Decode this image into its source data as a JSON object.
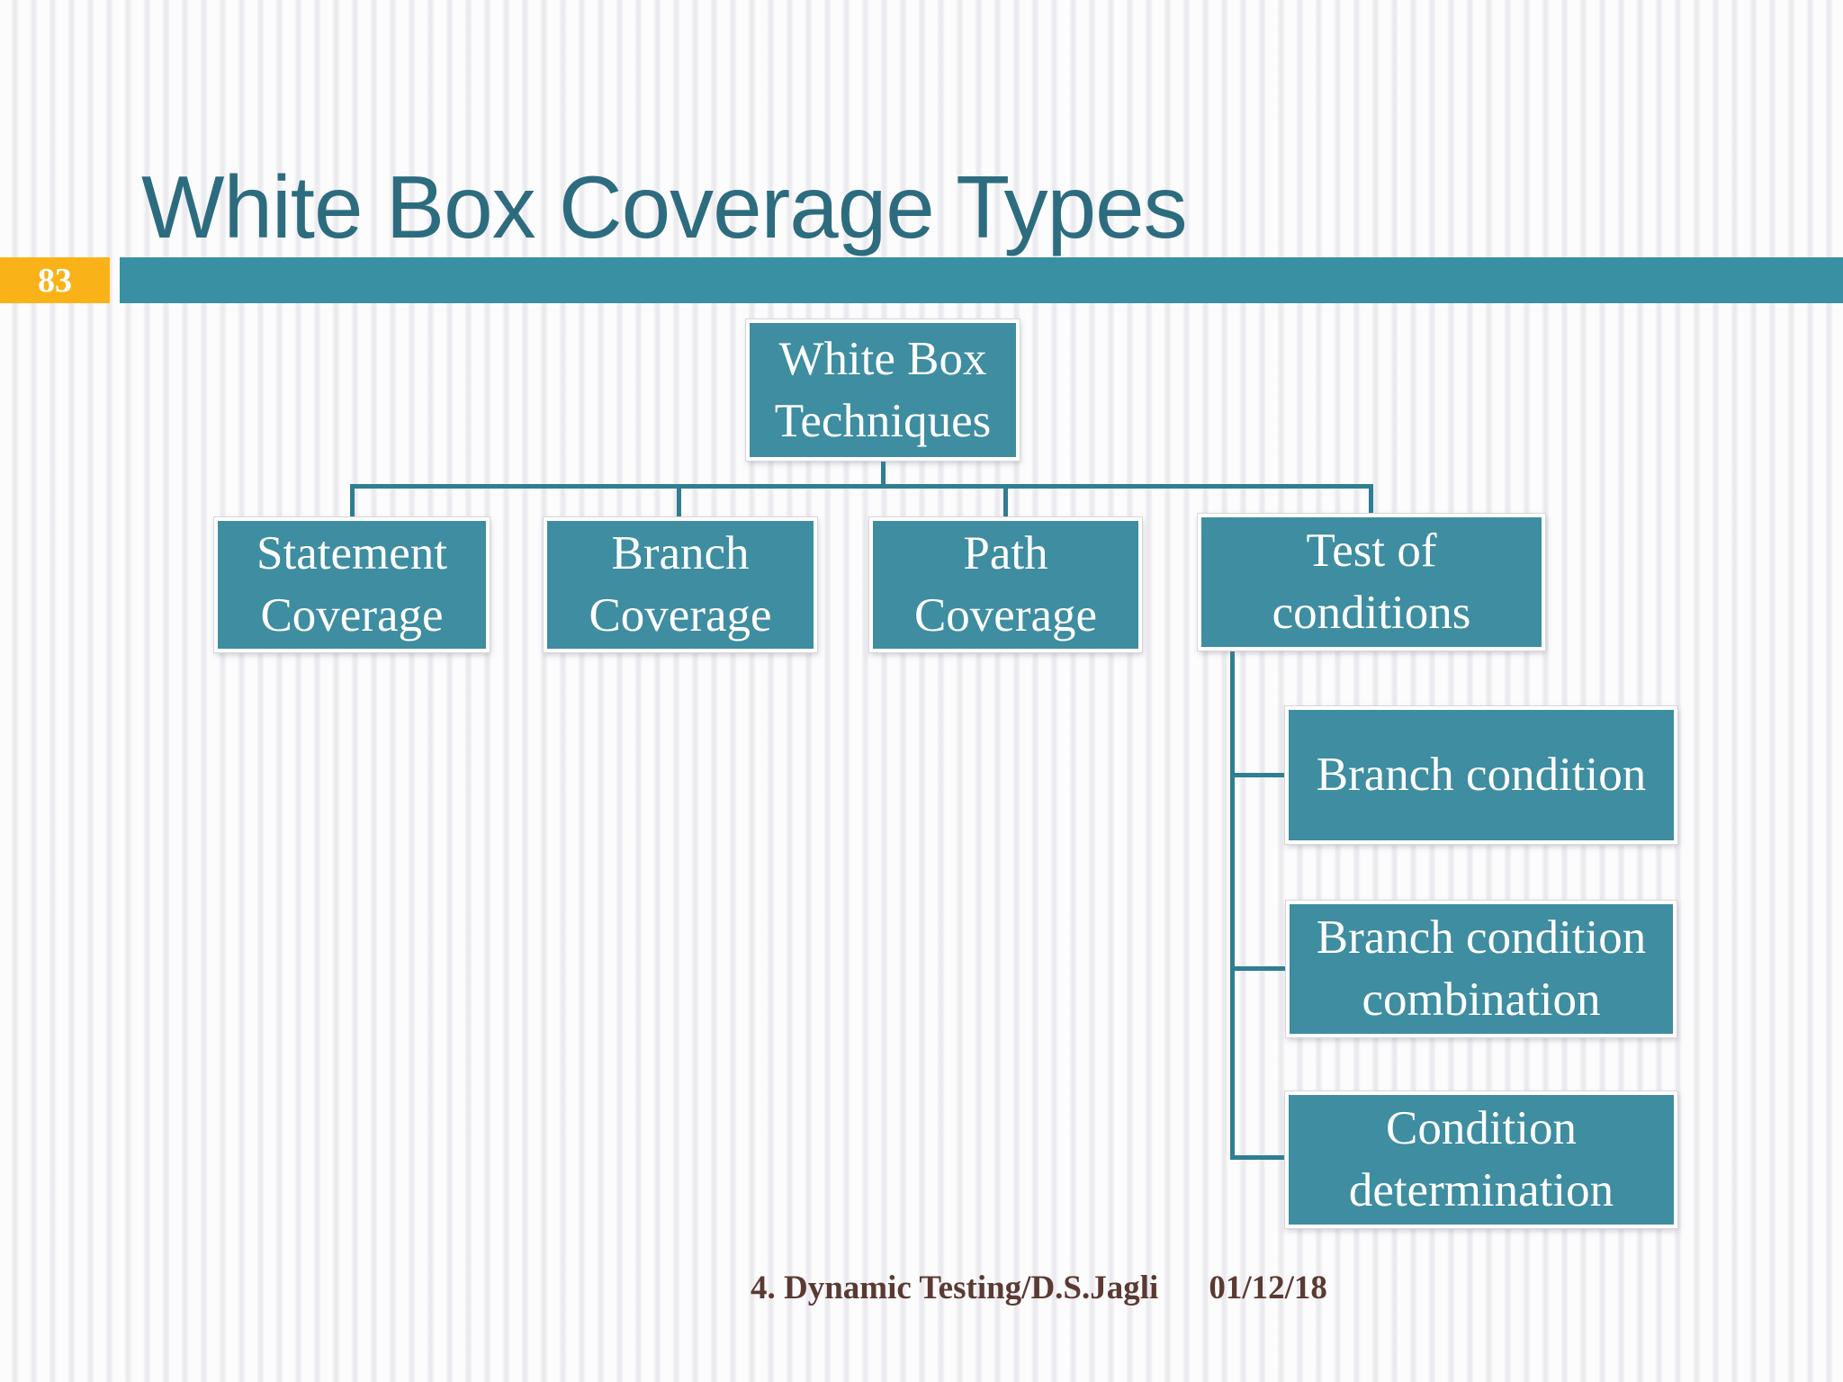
{
  "slide": {
    "title": "White Box Coverage Types",
    "page_number": "83",
    "footer": {
      "reference": "4. Dynamic Testing/D.S.Jagli",
      "date": "01/12/18"
    }
  },
  "diagram": {
    "type": "hierarchy",
    "root": {
      "label": "White Box Techniques"
    },
    "children": [
      {
        "label": "Statement Coverage"
      },
      {
        "label": "Branch Coverage"
      },
      {
        "label": "Path Coverage"
      },
      {
        "label": "Test of conditions",
        "children": [
          {
            "label": "Branch condition"
          },
          {
            "label": "Branch condition combination"
          },
          {
            "label": "Condition determination"
          }
        ]
      }
    ]
  },
  "colors": {
    "node_fill": "#3e8da0",
    "connector": "#2f7e92",
    "accent_bar": "#3a90a3",
    "page_badge": "#f9b319",
    "title_text": "#2d6c7f",
    "footer_text": "#5b3a33",
    "background": "#fcfcfd"
  }
}
